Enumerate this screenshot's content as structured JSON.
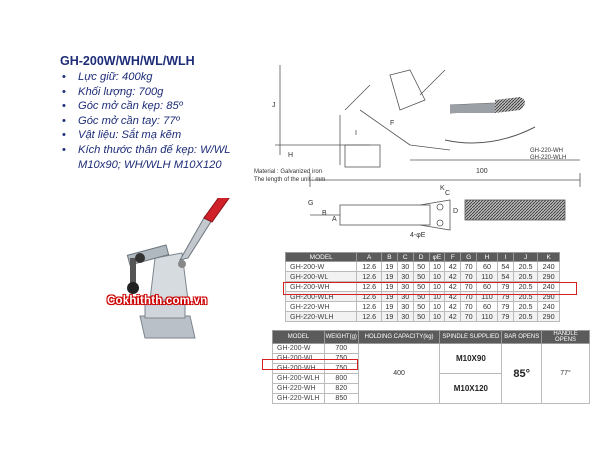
{
  "title": "GH-200W/WH/WL/WLH",
  "specs": [
    "Lực giữ: 400kg",
    "Khối lượng: 700g",
    "Góc mở cần kẹp: 85º",
    "Góc mở cần tay: 77º",
    "Vật liệu: Sắt mạ kẽm",
    "Kích thước thân đế kẹp: W/WL M10x90; WH/WLH M10X120"
  ],
  "watermark": "Cokhithth.com.vn",
  "drawing": {
    "material_note": "Material : Galvanized iron",
    "unit_note": "The length of the unit : mm",
    "model_labels": [
      "GH-220-WH",
      "GH-220-WLH"
    ],
    "dim_labels": {
      "j": "J",
      "h": "H",
      "k": "K",
      "b": "B",
      "f": "F",
      "c": "C",
      "a": "A",
      "d": "D",
      "e": "4-φE",
      "i": "I",
      "g": "G",
      "hundred": "100"
    }
  },
  "dimension_table": {
    "headers": [
      "MODEL",
      "A",
      "B",
      "C",
      "D",
      "φE",
      "F",
      "G",
      "H",
      "I",
      "J",
      "K"
    ],
    "rows": [
      [
        "GH-200-W",
        "12.6",
        "19",
        "30",
        "50",
        "10",
        "42",
        "70",
        "60",
        "54",
        "20.5",
        "240"
      ],
      [
        "GH-200-WL",
        "12.6",
        "19",
        "30",
        "50",
        "10",
        "42",
        "70",
        "110",
        "54",
        "20.5",
        "290"
      ],
      [
        "GH-200-WH",
        "12.6",
        "19",
        "30",
        "50",
        "10",
        "42",
        "70",
        "60",
        "79",
        "20.5",
        "240"
      ],
      [
        "GH-200-WLH",
        "12.6",
        "19",
        "30",
        "50",
        "10",
        "42",
        "70",
        "110",
        "79",
        "20.5",
        "290"
      ],
      [
        "GH-220-WH",
        "12.6",
        "19",
        "30",
        "50",
        "10",
        "42",
        "70",
        "60",
        "79",
        "20.5",
        "240"
      ],
      [
        "GH-220-WLH",
        "12.6",
        "19",
        "30",
        "50",
        "10",
        "42",
        "70",
        "110",
        "79",
        "20.5",
        "290"
      ]
    ],
    "highlight_row": 2
  },
  "spec_table": {
    "headers": [
      "MODEL",
      "WEIGHT(g)",
      "HOLDING CAPACITY(kg)",
      "SPINDLE SUPPLIED",
      "BAR OPENS",
      "HANDLE OPENS"
    ],
    "models": [
      "GH-200-W",
      "GH-200-WL",
      "GH-200-WH",
      "GH-200-WLH",
      "GH-220-WH",
      "GH-220-WLH"
    ],
    "weights": [
      "700",
      "750",
      "750",
      "800",
      "820",
      "850"
    ],
    "holding_capacity": "400",
    "spindle_1": "M10X90",
    "spindle_2": "M10X120",
    "bar_opens": "85°",
    "handle_opens": "77°",
    "highlight_row": 2
  },
  "colors": {
    "text": "#1e2d78",
    "highlight": "#d42020",
    "header_bg": "#5b5b5b",
    "handle": "#d0202a"
  }
}
